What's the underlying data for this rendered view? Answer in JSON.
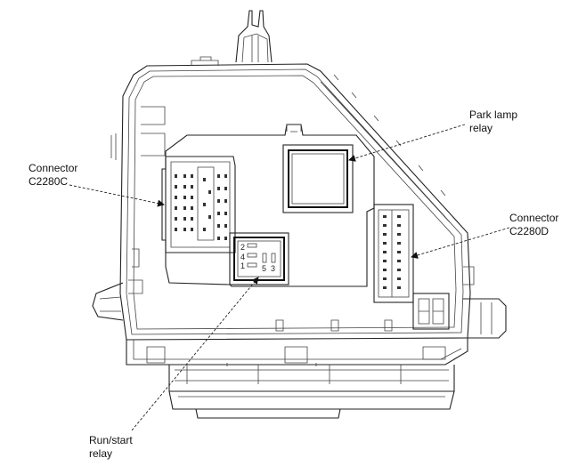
{
  "callouts": {
    "park_lamp_relay": {
      "line1": "Park lamp",
      "line2": "relay"
    },
    "connector_c2280c": {
      "line1": "Connector",
      "line2": "C2280C"
    },
    "connector_c2280d": {
      "line1": "Connector",
      "line2": "C2280D"
    },
    "run_start_relay": {
      "line1": "Run/start",
      "line2": "relay"
    }
  },
  "relay_terminals": {
    "t2": "2",
    "t4": "4",
    "t1": "1",
    "t5": "5",
    "t3": "3"
  }
}
